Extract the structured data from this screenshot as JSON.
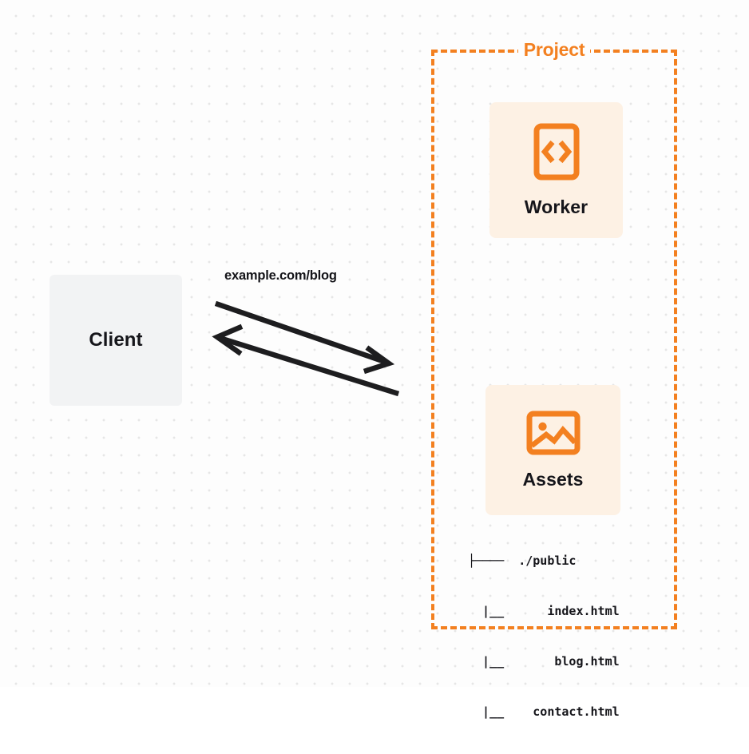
{
  "diagram": {
    "background": {
      "color": "#fdfdfd",
      "dot_color": "#e6e6e6"
    },
    "colors": {
      "accent_orange": "#f38020",
      "card_fill": "#fdf1e4",
      "client_fill": "#f2f3f4",
      "text_dark": "#15151a",
      "arrow_stroke": "#1d1d1f"
    },
    "client": {
      "label": "Client",
      "icon": "none"
    },
    "edge": {
      "label": "example.com/blog",
      "request_arrow_icon": "arrow-right-icon",
      "response_arrow_icon": "arrow-left-icon"
    },
    "project": {
      "title": "Project",
      "nodes": [
        {
          "label": "Worker",
          "icon": "code-brackets-icon"
        },
        {
          "label": "Assets",
          "icon": "image-icon"
        }
      ],
      "file_tree": [
        "├────  ./public",
        "  |__      index.html",
        "  |__       blog.html",
        "  |__    contact.html"
      ]
    }
  }
}
